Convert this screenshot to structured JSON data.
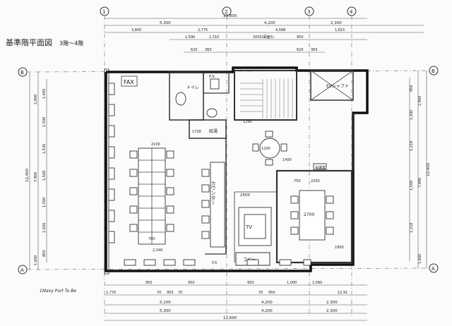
{
  "title": "基準階平面図",
  "title_sub": "3階～4階",
  "grid_numbers": {
    "g1": "1",
    "g2": "2",
    "g3": "3",
    "g4": "4"
  },
  "grid_letters": {
    "gB": "B",
    "gA": "A"
  },
  "top_dims": {
    "total": "13,800",
    "d1": "5,300",
    "d2": "4,200",
    "d3": "2,300",
    "s1": "3,800",
    "s2": "2,775",
    "s3": "4,588",
    "s4": "1,815",
    "s5": "1,590",
    "s6": "1,310",
    "s7": "2000(図面5)",
    "s8": "950",
    "s9": "620",
    "s10": "360",
    "s11": "620",
    "s12": "360"
  },
  "bottom_dims": {
    "total": "12,690",
    "b1": "5,300",
    "b2": "4,200",
    "b3": "2,300",
    "c1": "5,100",
    "c2": "4,200",
    "c3": "2,300",
    "e1": "1,770",
    "e2": "950",
    "e3": "950",
    "e4": "950",
    "e5": "950",
    "e6": "950",
    "e7": "1,000",
    "e8": "1,060",
    "e9": "12,91",
    "x1": "70",
    "x2": "70",
    "x3": "70"
  },
  "left_dims": {
    "total": "12,400",
    "l1": "2,900",
    "l2": "7,900",
    "l3": "1,600",
    "m1": "1,400",
    "m2": "1,500",
    "m3": "1,530",
    "m4": "1,500",
    "m5": "1,500",
    "m6": "1,500",
    "m7": "800"
  },
  "right_dims": {
    "total": "10,400",
    "r1": "2,900",
    "r2": "7,900",
    "r3": "1,600",
    "q1": "950",
    "q2": "1,200",
    "q3": "1,218",
    "q4": "1,500",
    "q5": "1,218"
  },
  "labels": {
    "fax": "FAX",
    "toilet": "トイレ",
    "ps": "P.S",
    "ps2": "P.S",
    "ev": "EVシャフト",
    "kyuto": "給湯",
    "counter": "カウンター",
    "copy": "コピー",
    "meeting": "会議室",
    "tv": "TV",
    "d1200": "1200",
    "d2500": "2500",
    "d2700": "2700",
    "d2340": "2,340",
    "d2100": "2100",
    "d700": "700",
    "d750": "750",
    "d1800": "1800",
    "d2250": "2250",
    "d1290": "1290",
    "d1400": "1400",
    "d1728": "1728",
    "handnote": "1Maxy Port To Be"
  },
  "colors": {
    "ink": "#222222",
    "paper": "#fbfbfb"
  }
}
